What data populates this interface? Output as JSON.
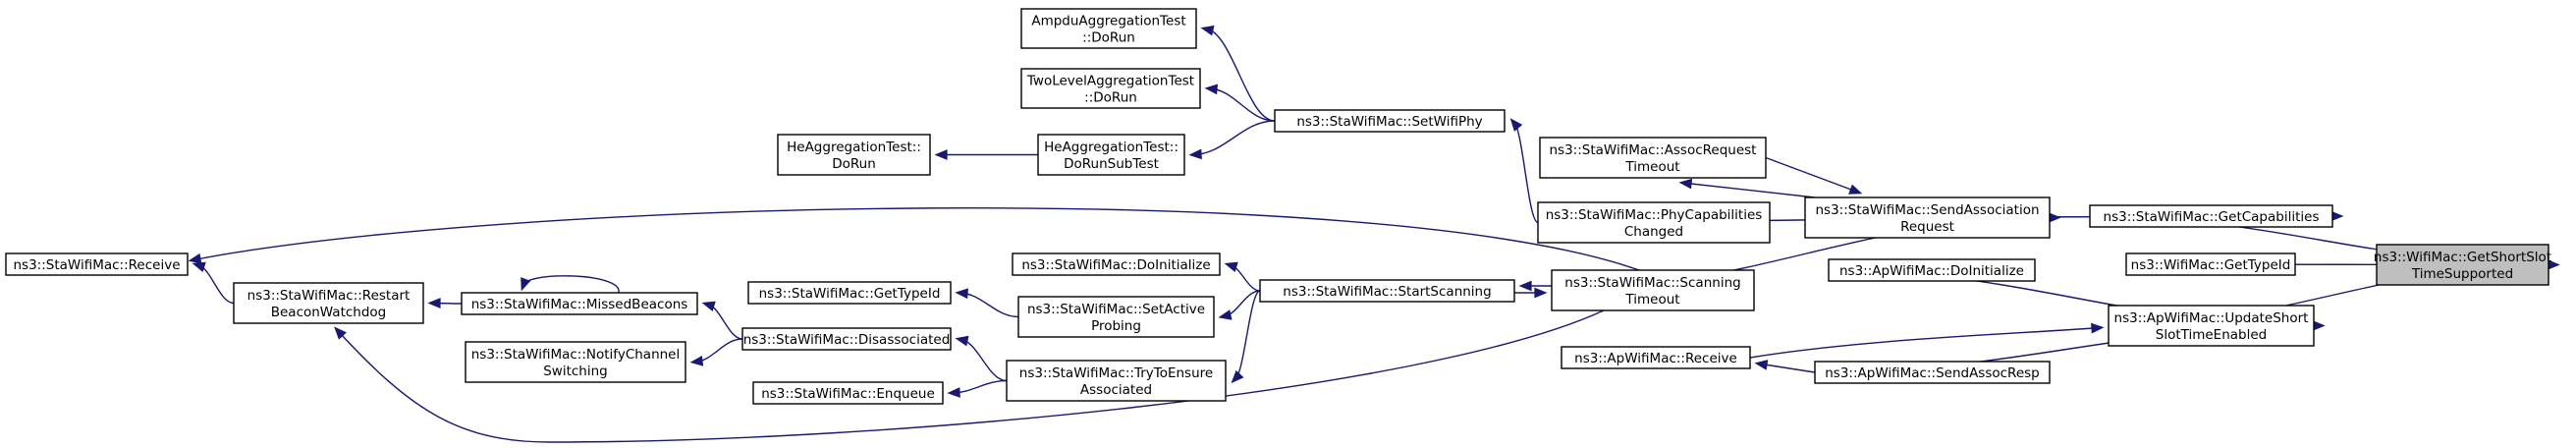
{
  "diagram": {
    "nodes": [
      {
        "id": "get_short_slot",
        "lines": [
          "ns3::WifiMac::GetShortSlot",
          "TimeSupported"
        ],
        "highlight": true
      },
      {
        "id": "get_capabilities",
        "lines": [
          "ns3::StaWifiMac::GetCapabilities"
        ]
      },
      {
        "id": "wifimac_gettypeid",
        "lines": [
          "ns3::WifiMac::GetTypeId"
        ]
      },
      {
        "id": "update_short_slot",
        "lines": [
          "ns3::ApWifiMac::UpdateShort",
          "SlotTimeEnabled"
        ]
      },
      {
        "id": "ap_doinitialize",
        "lines": [
          "ns3::ApWifiMac::DoInitialize"
        ]
      },
      {
        "id": "ap_send_assoc_resp",
        "lines": [
          "ns3::ApWifiMac::SendAssocResp"
        ]
      },
      {
        "id": "ap_receive",
        "lines": [
          "ns3::ApWifiMac::Receive"
        ]
      },
      {
        "id": "send_association_request",
        "lines": [
          "ns3::StaWifiMac::SendAssociation",
          "Request"
        ]
      },
      {
        "id": "assoc_request_timeout",
        "lines": [
          "ns3::StaWifiMac::AssocRequest",
          "Timeout"
        ]
      },
      {
        "id": "phy_capabilities_changed",
        "lines": [
          "ns3::StaWifiMac::PhyCapabilities",
          "Changed"
        ]
      },
      {
        "id": "scanning_timeout",
        "lines": [
          "ns3::StaWifiMac::Scanning",
          "Timeout"
        ]
      },
      {
        "id": "set_wifi_phy",
        "lines": [
          "ns3::StaWifiMac::SetWifiPhy"
        ]
      },
      {
        "id": "ampdu_test",
        "lines": [
          "AmpduAggregationTest",
          "::DoRun"
        ]
      },
      {
        "id": "twolevel_test",
        "lines": [
          "TwoLevelAggregationTest",
          "::DoRun"
        ]
      },
      {
        "id": "he_subtest",
        "lines": [
          "HeAggregationTest::",
          "DoRunSubTest"
        ]
      },
      {
        "id": "he_dorun",
        "lines": [
          "HeAggregationTest::",
          "DoRun"
        ]
      },
      {
        "id": "start_scanning",
        "lines": [
          "ns3::StaWifiMac::StartScanning"
        ]
      },
      {
        "id": "sta_doinitialize",
        "lines": [
          "ns3::StaWifiMac::DoInitialize"
        ]
      },
      {
        "id": "set_active_probing",
        "lines": [
          "ns3::StaWifiMac::SetActive",
          "Probing"
        ]
      },
      {
        "id": "sta_gettypeid",
        "lines": [
          "ns3::StaWifiMac::GetTypeId"
        ]
      },
      {
        "id": "try_to_ensure",
        "lines": [
          "ns3::StaWifiMac::TryToEnsure",
          "Associated"
        ]
      },
      {
        "id": "enqueue",
        "lines": [
          "ns3::StaWifiMac::Enqueue"
        ]
      },
      {
        "id": "disassociated",
        "lines": [
          "ns3::StaWifiMac::Disassociated"
        ]
      },
      {
        "id": "notify_channel_switching",
        "lines": [
          "ns3::StaWifiMac::NotifyChannel",
          "Switching"
        ]
      },
      {
        "id": "missed_beacons",
        "lines": [
          "ns3::StaWifiMac::MissedBeacons"
        ]
      },
      {
        "id": "restart_beacon_watchdog",
        "lines": [
          "ns3::StaWifiMac::Restart",
          "BeaconWatchdog"
        ]
      },
      {
        "id": "sta_receive",
        "lines": [
          "ns3::StaWifiMac::Receive"
        ]
      }
    ],
    "edges": [
      {
        "from": "get_capabilities",
        "to": "get_short_slot"
      },
      {
        "from": "wifimac_gettypeid",
        "to": "get_short_slot"
      },
      {
        "from": "update_short_slot",
        "to": "get_short_slot"
      },
      {
        "from": "send_association_request",
        "to": "get_capabilities"
      },
      {
        "from": "ap_doinitialize",
        "to": "update_short_slot"
      },
      {
        "from": "ap_send_assoc_resp",
        "to": "update_short_slot"
      },
      {
        "from": "ap_receive",
        "to": "update_short_slot"
      },
      {
        "from": "ap_send_assoc_resp",
        "to": "ap_receive"
      },
      {
        "from": "send_association_request",
        "to": "assoc_request_timeout"
      },
      {
        "from": "assoc_request_timeout",
        "to": "send_association_request"
      },
      {
        "from": "phy_capabilities_changed",
        "to": "send_association_request"
      },
      {
        "from": "scanning_timeout",
        "to": "send_association_request"
      },
      {
        "from": "phy_capabilities_changed",
        "to": "set_wifi_phy"
      },
      {
        "from": "set_wifi_phy",
        "to": "ampdu_test"
      },
      {
        "from": "set_wifi_phy",
        "to": "twolevel_test"
      },
      {
        "from": "set_wifi_phy",
        "to": "he_subtest"
      },
      {
        "from": "he_subtest",
        "to": "he_dorun"
      },
      {
        "from": "scanning_timeout",
        "to": "sta_receive"
      },
      {
        "from": "scanning_timeout",
        "to": "start_scanning"
      },
      {
        "from": "start_scanning",
        "to": "scanning_timeout"
      },
      {
        "from": "scanning_timeout",
        "to": "restart_beacon_watchdog"
      },
      {
        "from": "start_scanning",
        "to": "sta_doinitialize"
      },
      {
        "from": "start_scanning",
        "to": "set_active_probing"
      },
      {
        "from": "start_scanning",
        "to": "try_to_ensure"
      },
      {
        "from": "set_active_probing",
        "to": "sta_gettypeid"
      },
      {
        "from": "try_to_ensure",
        "to": "enqueue"
      },
      {
        "from": "try_to_ensure",
        "to": "disassociated"
      },
      {
        "from": "disassociated",
        "to": "notify_channel_switching"
      },
      {
        "from": "disassociated",
        "to": "missed_beacons"
      },
      {
        "from": "missed_beacons",
        "to": "missed_beacons"
      },
      {
        "from": "missed_beacons",
        "to": "restart_beacon_watchdog"
      },
      {
        "from": "restart_beacon_watchdog",
        "to": "sta_receive"
      }
    ]
  }
}
